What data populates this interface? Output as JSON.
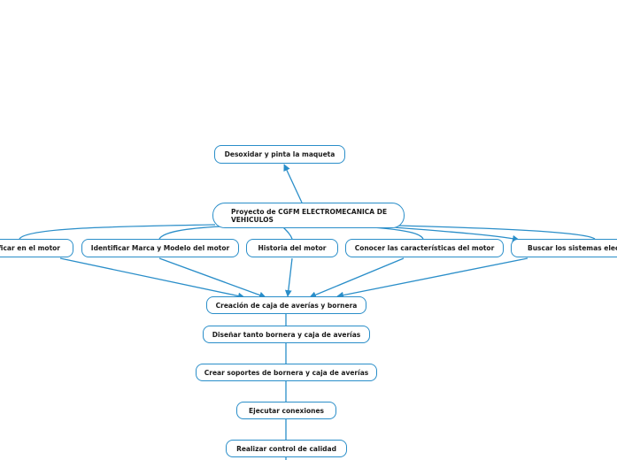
{
  "diagram": {
    "line_color": "#2a8ec9",
    "central": "Proyecto de CGFM ELECTROMECANICA DE VEHICULOS",
    "top": "Desoxidar y pinta la maqueta",
    "branches": [
      "ificar en el motor",
      "Identificar Marca y Modelo del motor",
      "Historia del motor",
      "Conocer las características del motor",
      "Buscar los sistemas electr"
    ],
    "chain": [
      "Creación de caja de averías y bornera",
      "Diseñar tanto bornera y caja de averías",
      "Crear soportes de bornera y caja de averías",
      "Ejecutar conexiones",
      "Realizar control de calidad"
    ]
  }
}
